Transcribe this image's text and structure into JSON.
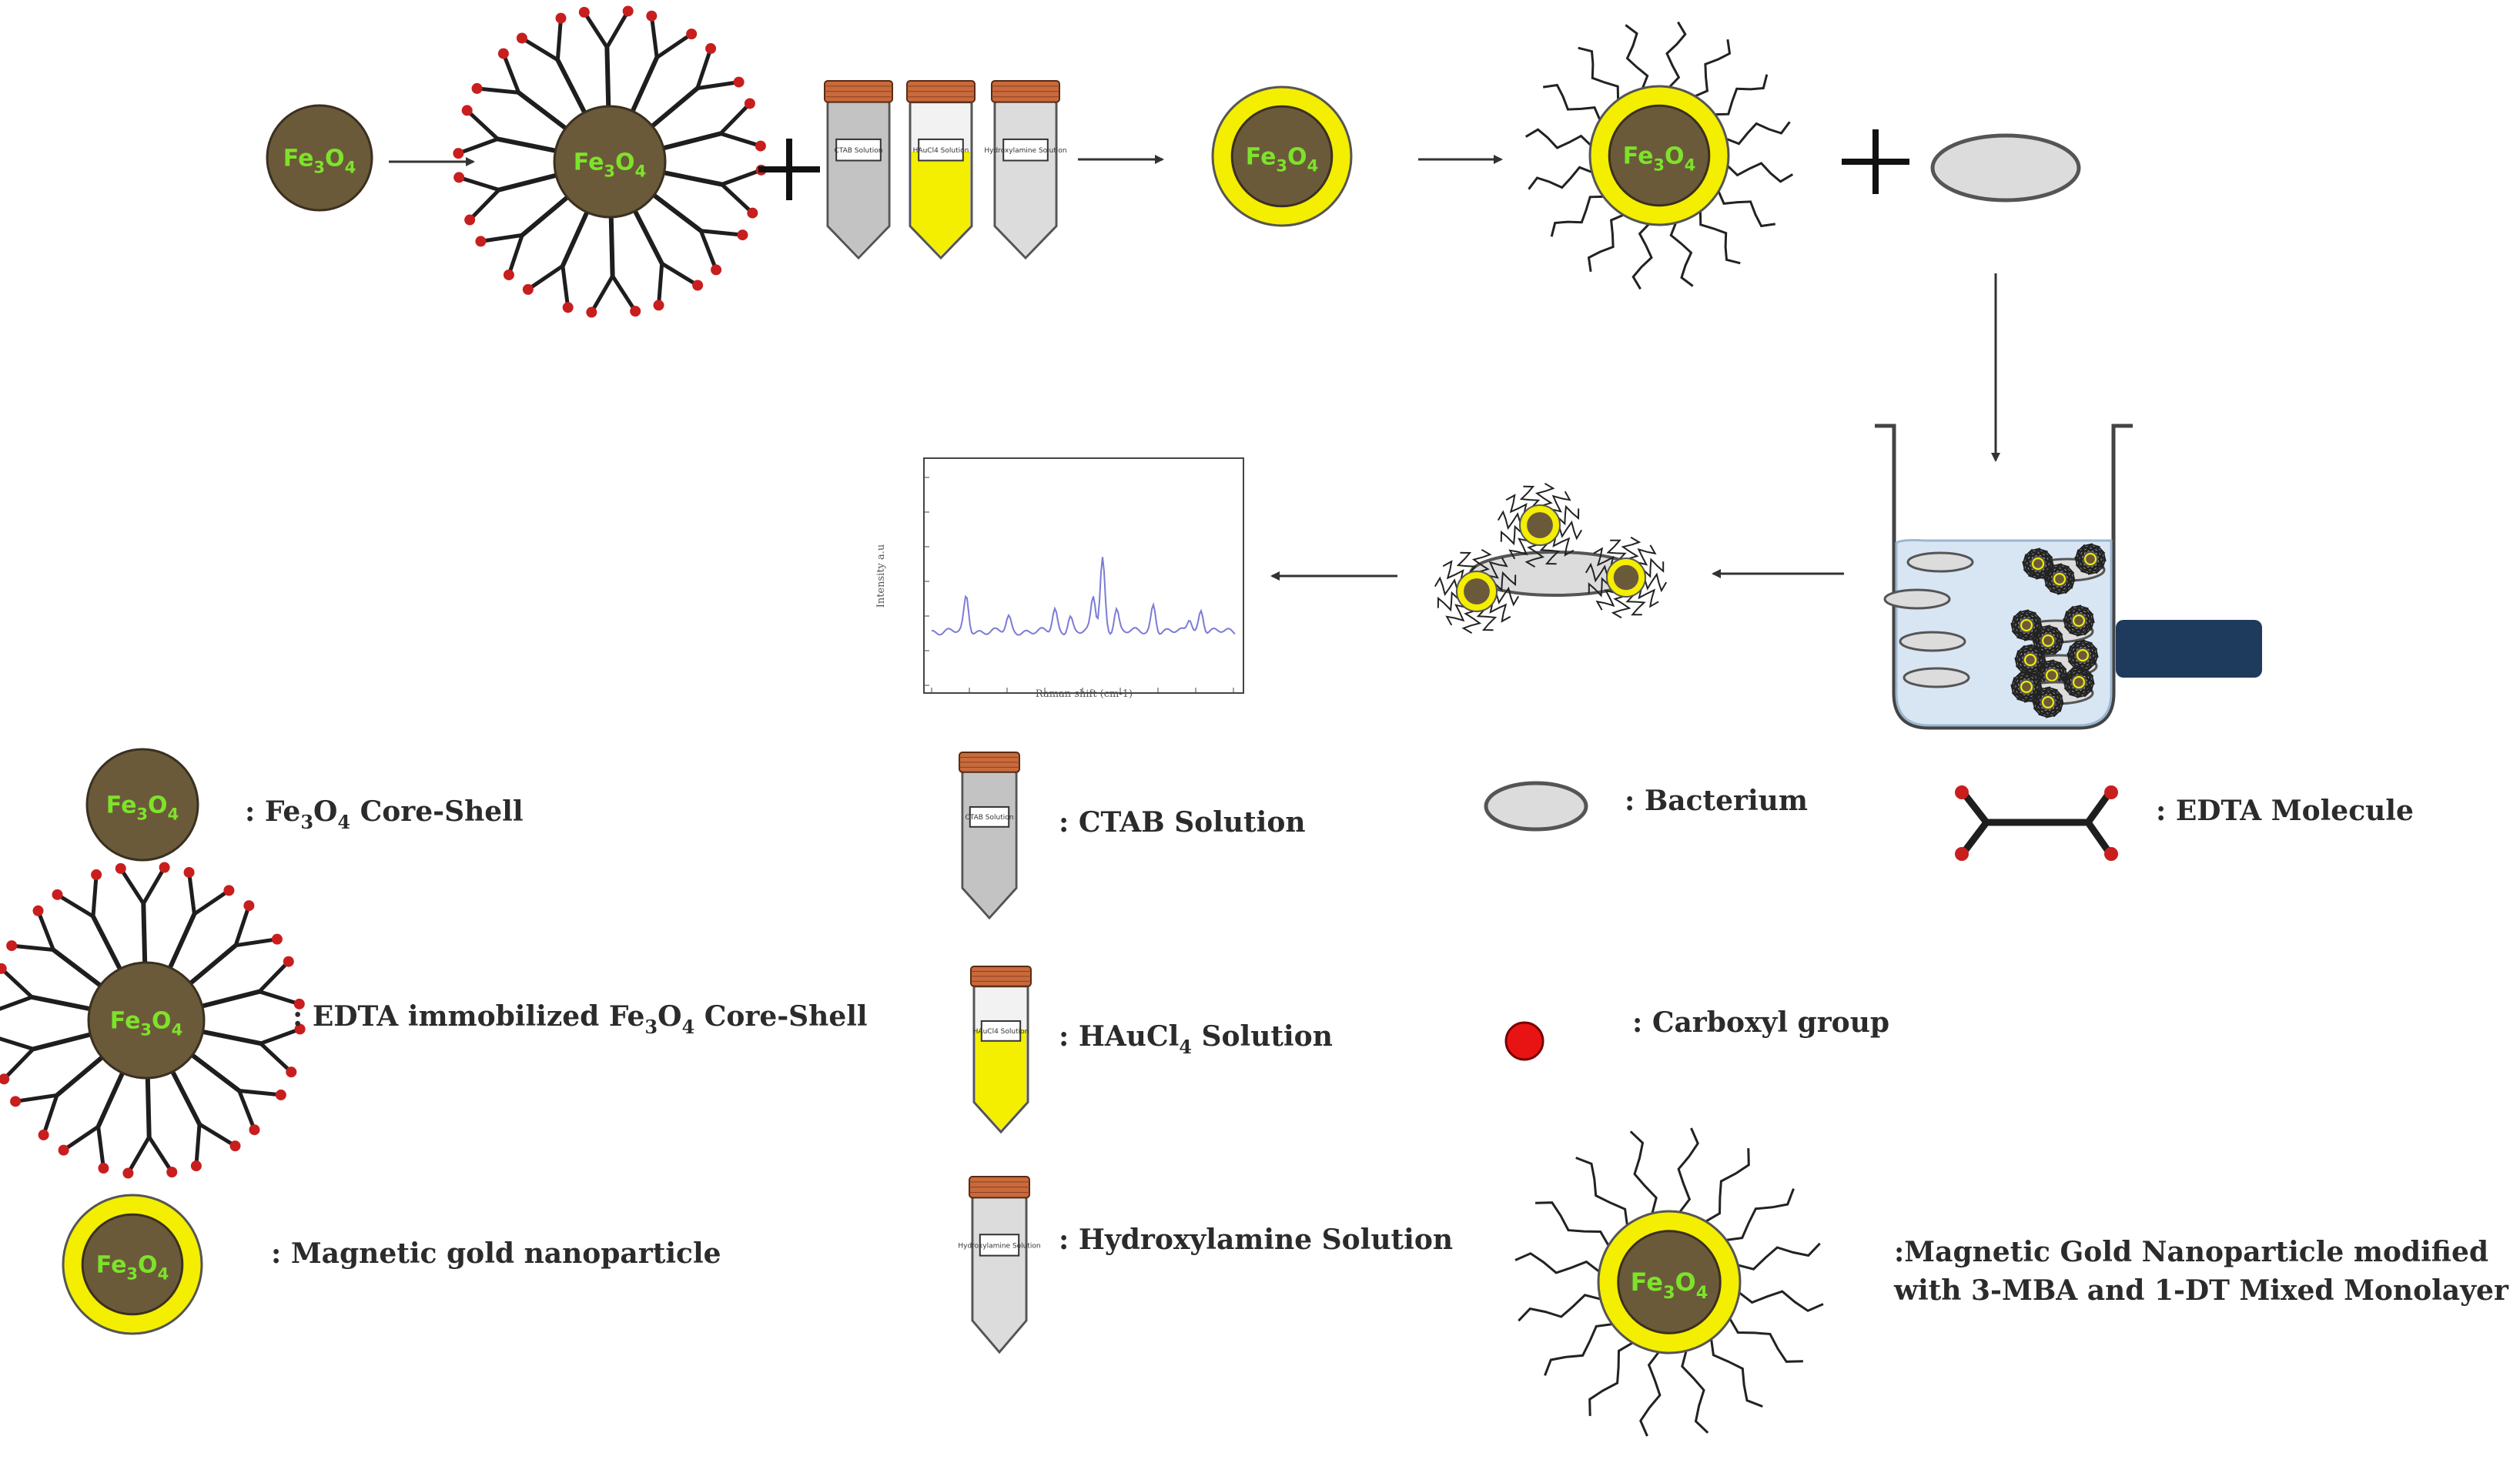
{
  "colors": {
    "core": "#6b5a3a",
    "gold": "#f4ee00",
    "edta": "#1e1e1e",
    "carboxyl": "#c81e1e",
    "bacterium": "#dcdcdc",
    "cap": "#c86a3c",
    "magnet": "#1e3a5c",
    "liquid": "#d8e6f4",
    "spectrum": "#7b7bd6",
    "text_green": "#7de32a"
  },
  "core": {
    "text": "Fe",
    "sub3": "3",
    "o": "O",
    "sub4": "4"
  },
  "tubes": {
    "ctab": "CTAB Solution",
    "haucl4": "HAuCl4 Solution",
    "hydroxylamine": "Hydroxylamine Solution"
  },
  "spectrum": {
    "ylabel": "Intensity a.u",
    "xlabel": "Raman shift (cm-1)"
  },
  "legend": {
    "core": {
      "pre": ": Fe",
      "s3": "3",
      "o": "O",
      "s4": "4",
      "post": " Core-Shell"
    },
    "edta_core": {
      "pre": ": EDTA immobilized Fe",
      "s3": "3",
      "o": "O",
      "s4": "4",
      "post": " Core-Shell"
    },
    "mgnp": ": Magnetic gold nanoparticle",
    "ctab": ": CTAB Solution",
    "haucl4": {
      "pre": ": HAuCl",
      "s4": "4",
      "post": " Solution"
    },
    "hydroxylamine": ": Hydroxylamine Solution",
    "bacterium": ": Bacterium",
    "edta": ": EDTA Molecule",
    "carboxyl": ": Carboxyl group",
    "modified_line1": ":Magnetic Gold Nanoparticle modified",
    "modified_line2": "with 3-MBA and 1-DT Mixed Monolayer"
  }
}
